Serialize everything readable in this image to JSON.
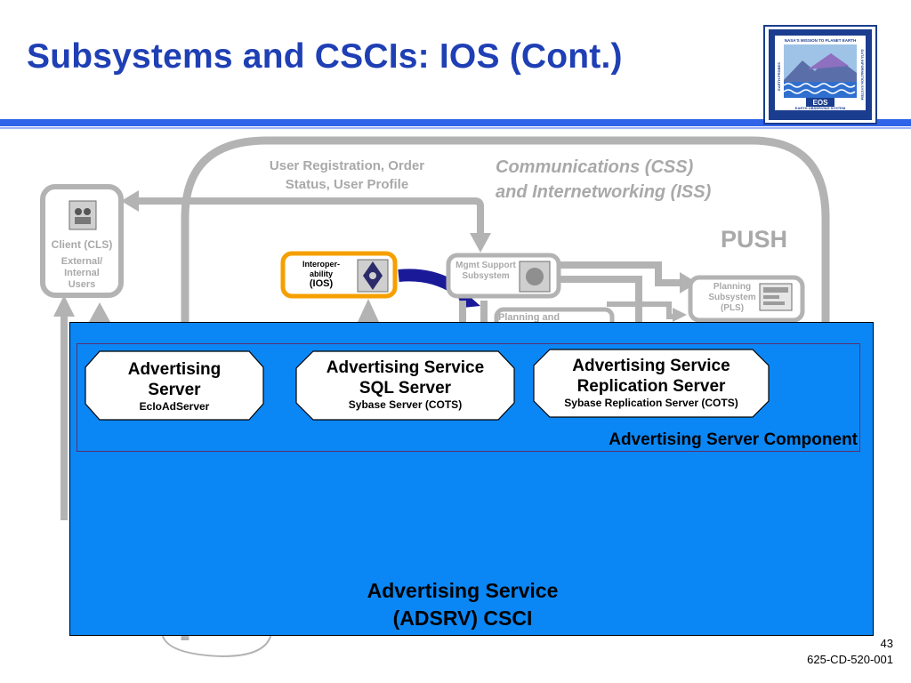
{
  "slide": {
    "title": "Subsystems and CSCIs:  IOS (Cont.)",
    "page_number": "43",
    "doc_number": "625-CD-520-001"
  },
  "logo": {
    "name": "eos-logo",
    "top_text": "NASA'S MISSION TO PLANET EARTH",
    "left_text": "EARTH PROBES",
    "right_text": "DATA INFORMATION SYSTEM",
    "center_text": "EOS",
    "bottom_text": "EARTH OBSERVING SYSTEM"
  },
  "background_diagram": {
    "user_reg_line1": "User Registration, Order",
    "user_reg_line2": "Status, User Profile",
    "comm_line1": "Communications (CSS)",
    "comm_line2": "and Internetworking (ISS)",
    "push": "PUSH",
    "client_title": "Client (CLS)",
    "client_line1": "External/",
    "client_line2": "Internal",
    "client_line3": "Users",
    "ios_line1": "Interoper-",
    "ios_line2": "ability",
    "ios_line3": "(IOS)",
    "mgmt_line1": "Mgmt Support",
    "mgmt_line2": "Subsystem",
    "planning_line1": "Planning",
    "planning_line2": "Subsystem",
    "planning_line3": "(PLS)",
    "ghost_text": "Planning and"
  },
  "panel": {
    "component_label": "Advertising Server Component",
    "title_line1": "Advertising Service",
    "title_line2": "(ADSRV) CSCI",
    "octagons": [
      {
        "line1": "Advertising",
        "line2": "Server",
        "sub": "EcIoAdServer"
      },
      {
        "line1": "Advertising Service",
        "line2": "SQL Server",
        "sub": "Sybase Server (COTS)"
      },
      {
        "line1": "Advertising Service",
        "line2": "Replication Server",
        "sub": "Sybase Replication Server (COTS)"
      }
    ]
  },
  "colors": {
    "title_blue": "#1f3fb5",
    "rule_blue": "#2f63e8",
    "panel_blue": "#0b87f5",
    "ios_orange": "#f5a000",
    "flow_gray": "#a9a9a9",
    "arrow_navy": "#1a1a99"
  }
}
